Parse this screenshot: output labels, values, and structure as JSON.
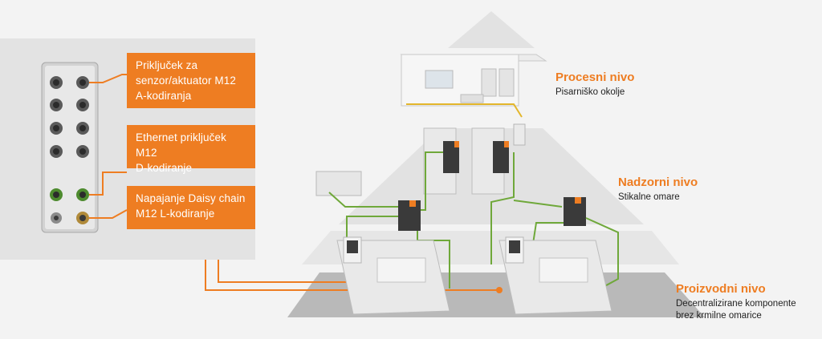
{
  "colors": {
    "accent": "#ee7d22",
    "cable": "#6fa83a",
    "panel": "#e3e3e3",
    "pyramid": "#dcdcdc"
  },
  "callouts": [
    {
      "id": "sensor",
      "text": "Priključek za\nsenzor/aktuator M12\nA-kodiranja"
    },
    {
      "id": "ethernet",
      "text": "Ethernet priključek M12\nD-kodiranje"
    },
    {
      "id": "power",
      "text": "Napajanje Daisy chain\nM12 L-kodiranje"
    }
  ],
  "levels": [
    {
      "id": "process",
      "title": "Procesni nivo",
      "subtitle": "Pisarniško okolje"
    },
    {
      "id": "supervisory",
      "title": "Nadzorni nivo",
      "subtitle": "Stikalne omare"
    },
    {
      "id": "production",
      "title": "Proizvodni nivo",
      "subtitle": "Decentralizirane komponente\nbrez krmilne omarice"
    }
  ]
}
